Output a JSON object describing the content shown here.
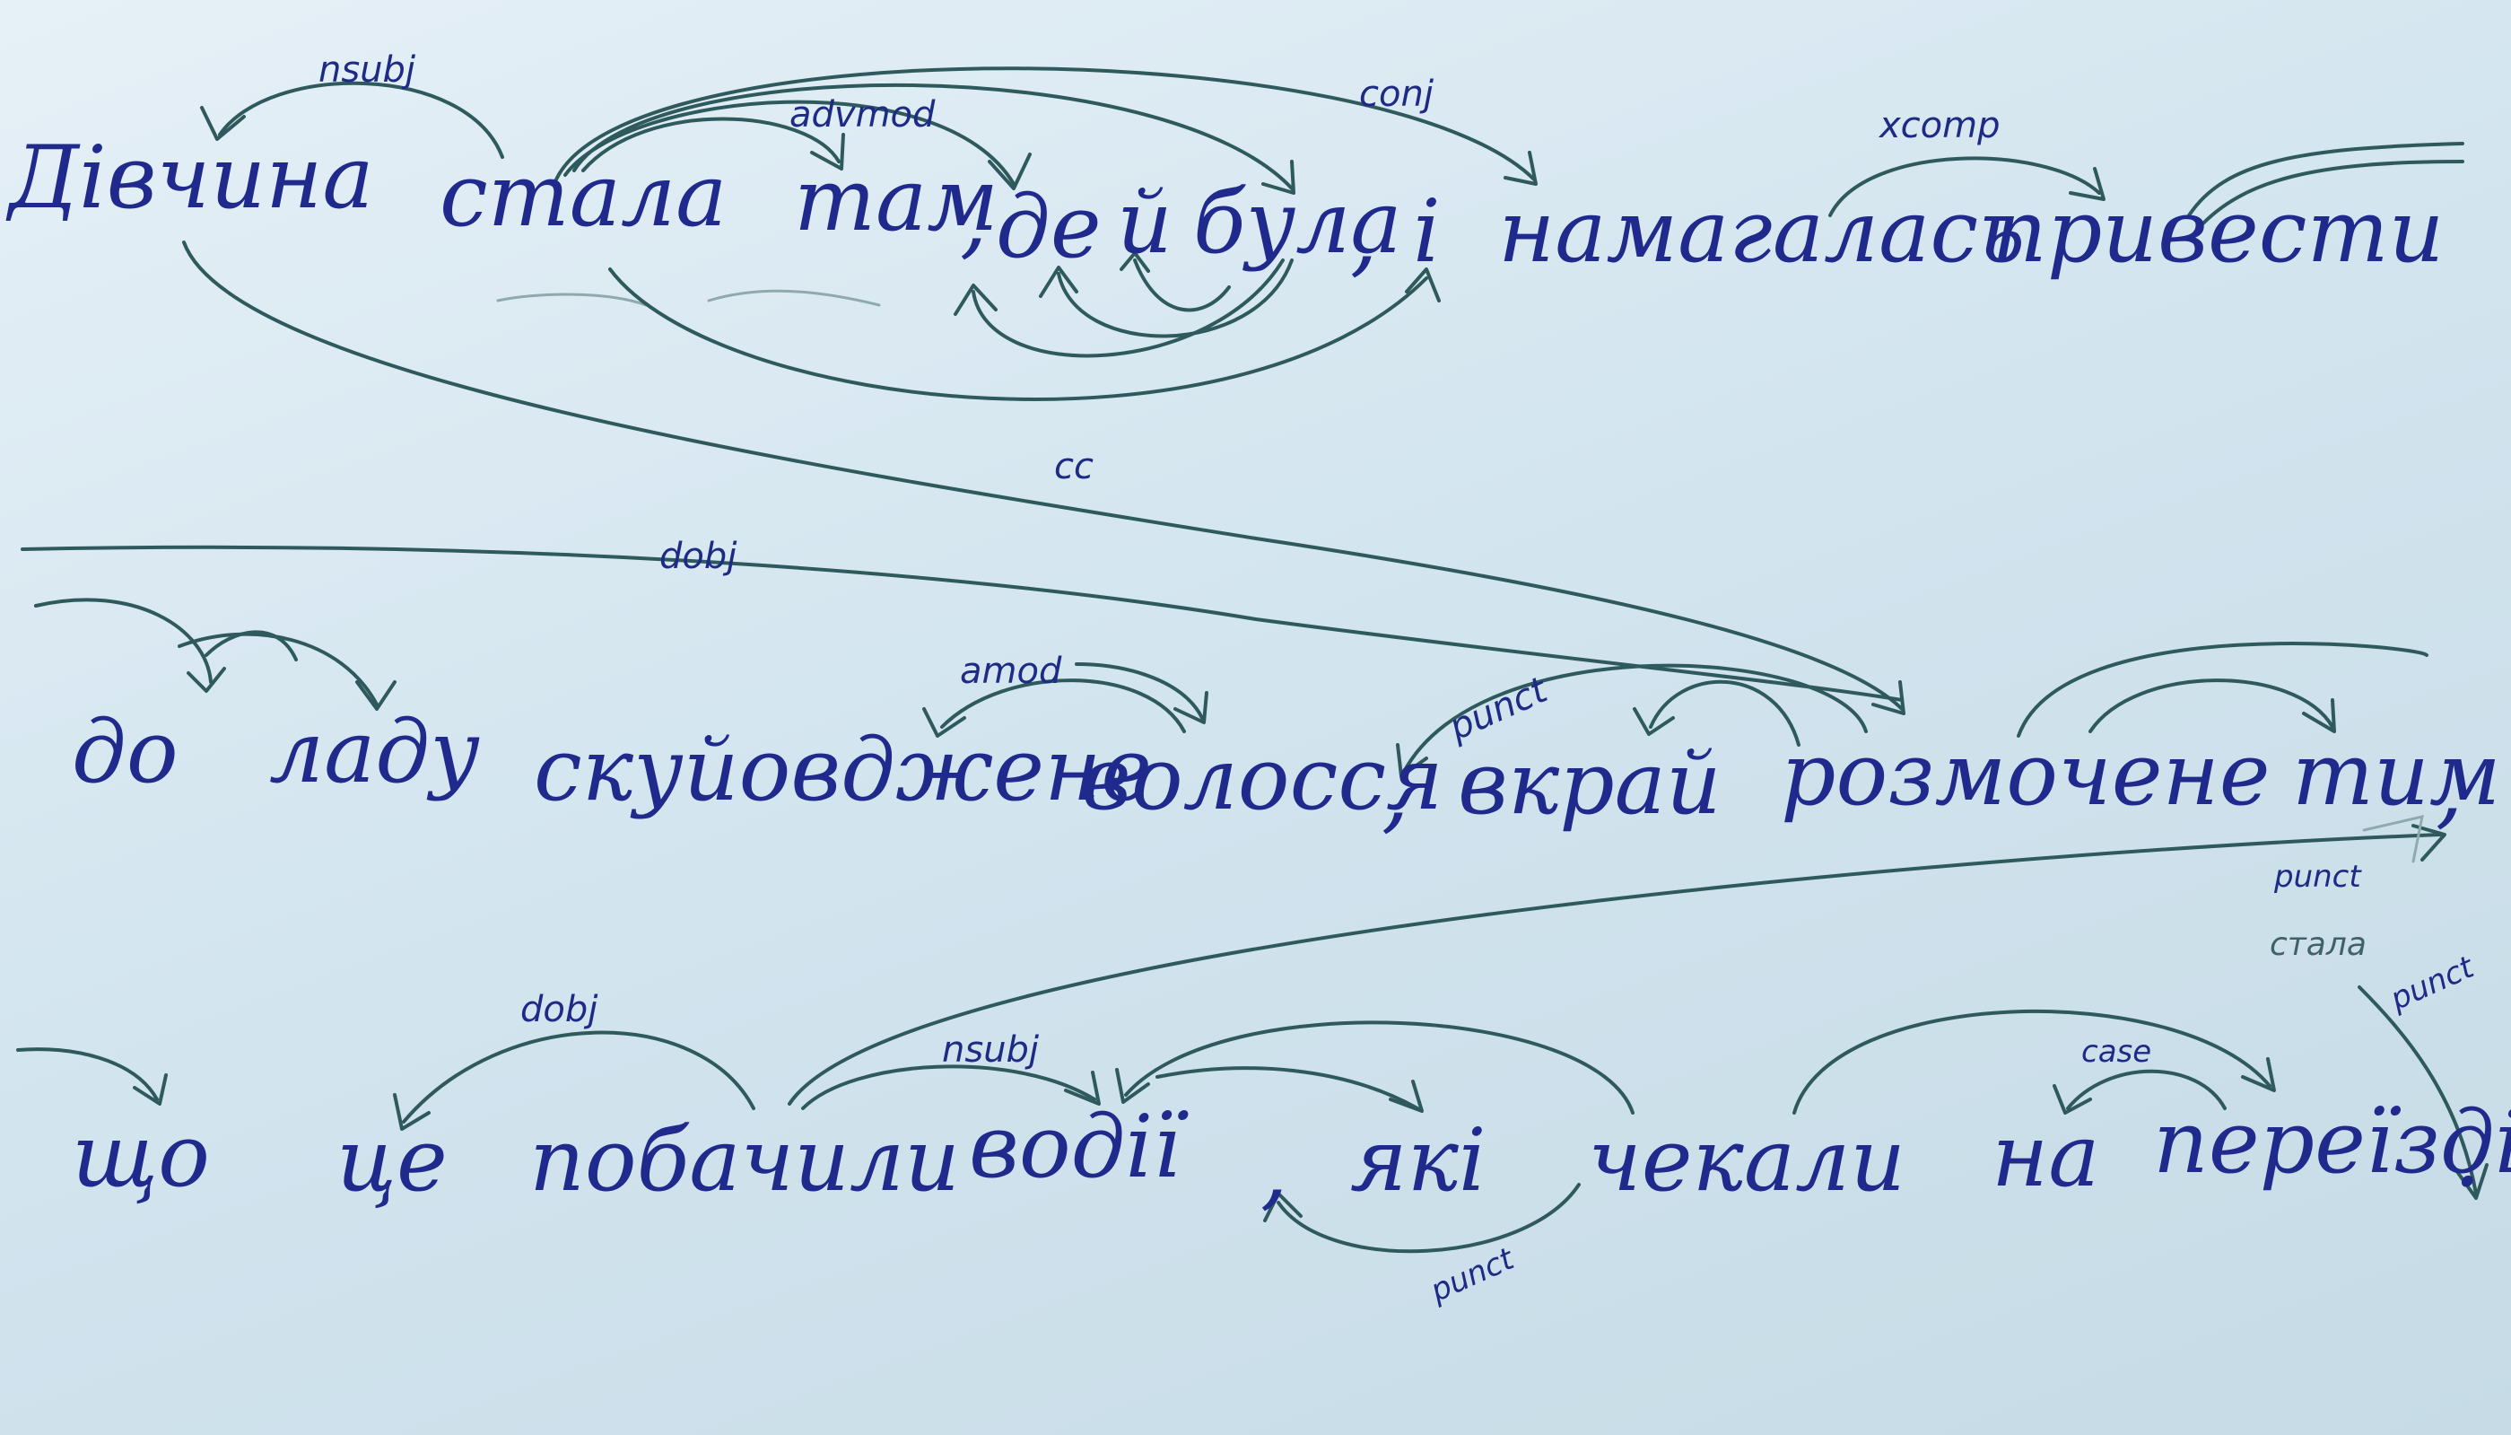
{
  "words": {
    "w1": "Дівчина",
    "w2": "стала",
    "w3": "там",
    "w4": ",",
    "w5": "де",
    "w6": "й",
    "w7": "була",
    "w8": ",",
    "w9": "і",
    "w10": "намагалась",
    "w11": "привести",
    "w12": "до",
    "w13": "ладу",
    "w14": "скуйовджене",
    "w15": "волосся",
    "w16": ",",
    "w17": "вкрай",
    "w18": "розмочене",
    "w19": "тим",
    "w20": ",",
    "w21": "що",
    "w22": "це",
    "w23": "побачили",
    "w24": "водії",
    "w25": ",",
    "w26": "які",
    "w27": "чекали",
    "w28": "на",
    "w29": "переїзді",
    "w30": "."
  },
  "relations": {
    "nsubj_top": "nsubj",
    "advmod": "advmod",
    "conj": "conj",
    "xcomp": "xcomp",
    "cc": "cc",
    "dobj_mid": "dobj",
    "amod": "amod",
    "punct_mid": "punct",
    "punct_right": "punct",
    "pencil_note": "стала",
    "punct_end": "punct",
    "dobj_bottom": "dobj",
    "nsubj_bottom": "nsubj",
    "case": "case",
    "punct_bottom": "punct"
  }
}
